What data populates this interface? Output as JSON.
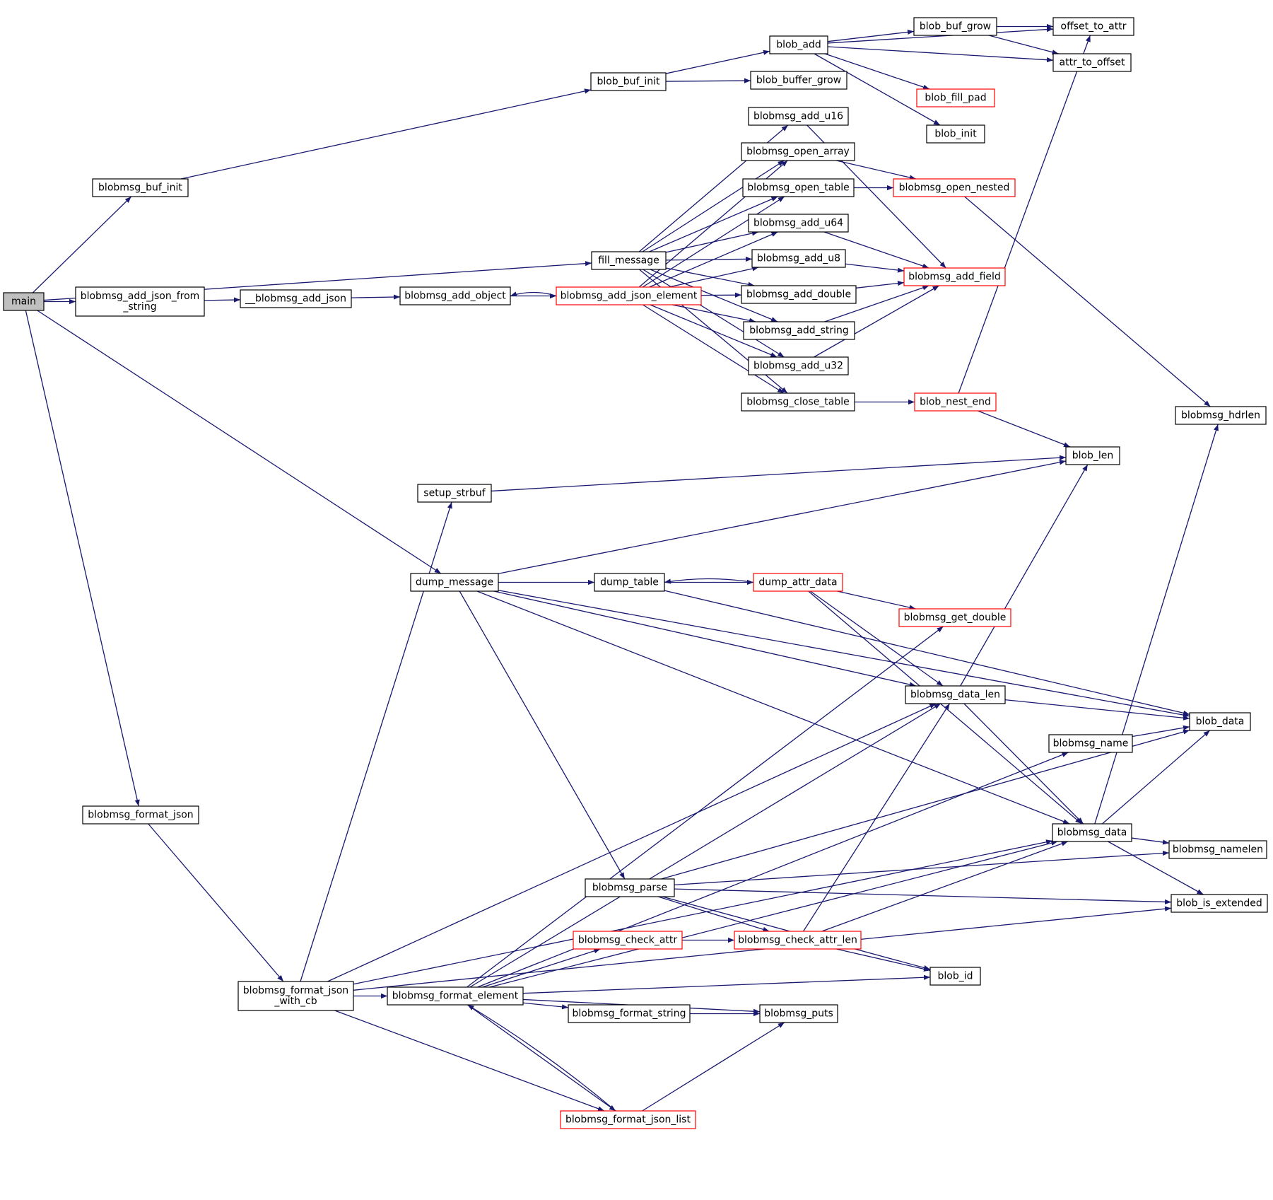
{
  "nodes": [
    {
      "id": "main",
      "label": "main",
      "style": "root"
    },
    {
      "id": "blobmsg_buf_init",
      "label": "blobmsg_buf_init",
      "style": "black"
    },
    {
      "id": "blobmsg_add_json_from_string",
      "label": "blobmsg_add_json_from\n_string",
      "style": "black"
    },
    {
      "id": "blobmsg_format_json",
      "label": "blobmsg_format_json",
      "style": "black"
    },
    {
      "id": "blobmsg_format_json_with_cb",
      "label": "blobmsg_format_json\n_with_cb",
      "style": "black"
    },
    {
      "id": "__blobmsg_add_json",
      "label": "__blobmsg_add_json",
      "style": "black"
    },
    {
      "id": "blobmsg_add_object",
      "label": "blobmsg_add_object",
      "style": "black"
    },
    {
      "id": "setup_strbuf",
      "label": "setup_strbuf",
      "style": "black"
    },
    {
      "id": "dump_message",
      "label": "dump_message",
      "style": "black"
    },
    {
      "id": "blobmsg_format_element",
      "label": "blobmsg_format_element",
      "style": "black"
    },
    {
      "id": "blob_buf_init",
      "label": "blob_buf_init",
      "style": "black"
    },
    {
      "id": "fill_message",
      "label": "fill_message",
      "style": "black"
    },
    {
      "id": "blobmsg_add_json_element",
      "label": "blobmsg_add_json_element",
      "style": "red"
    },
    {
      "id": "dump_table",
      "label": "dump_table",
      "style": "black"
    },
    {
      "id": "blobmsg_parse",
      "label": "blobmsg_parse",
      "style": "black"
    },
    {
      "id": "blobmsg_check_attr",
      "label": "blobmsg_check_attr",
      "style": "red"
    },
    {
      "id": "blobmsg_format_string",
      "label": "blobmsg_format_string",
      "style": "black"
    },
    {
      "id": "blobmsg_format_json_list",
      "label": "blobmsg_format_json_list",
      "style": "red"
    },
    {
      "id": "blob_add",
      "label": "blob_add",
      "style": "black"
    },
    {
      "id": "blob_buffer_grow",
      "label": "blob_buffer_grow",
      "style": "black"
    },
    {
      "id": "blobmsg_add_u16",
      "label": "blobmsg_add_u16",
      "style": "black"
    },
    {
      "id": "blobmsg_open_array",
      "label": "blobmsg_open_array",
      "style": "black"
    },
    {
      "id": "blobmsg_open_table",
      "label": "blobmsg_open_table",
      "style": "black"
    },
    {
      "id": "blobmsg_add_u64",
      "label": "blobmsg_add_u64",
      "style": "black"
    },
    {
      "id": "blobmsg_add_u8",
      "label": "blobmsg_add_u8",
      "style": "black"
    },
    {
      "id": "blobmsg_add_double",
      "label": "blobmsg_add_double",
      "style": "black"
    },
    {
      "id": "blobmsg_add_string",
      "label": "blobmsg_add_string",
      "style": "black"
    },
    {
      "id": "blobmsg_add_u32",
      "label": "blobmsg_add_u32",
      "style": "black"
    },
    {
      "id": "blobmsg_close_table",
      "label": "blobmsg_close_table",
      "style": "black"
    },
    {
      "id": "dump_attr_data",
      "label": "dump_attr_data",
      "style": "red"
    },
    {
      "id": "blobmsg_check_attr_len",
      "label": "blobmsg_check_attr_len",
      "style": "red"
    },
    {
      "id": "blobmsg_puts",
      "label": "blobmsg_puts",
      "style": "black"
    },
    {
      "id": "blob_buf_grow",
      "label": "blob_buf_grow",
      "style": "black"
    },
    {
      "id": "blob_fill_pad",
      "label": "blob_fill_pad",
      "style": "red"
    },
    {
      "id": "blob_init",
      "label": "blob_init",
      "style": "black"
    },
    {
      "id": "blobmsg_open_nested",
      "label": "blobmsg_open_nested",
      "style": "red"
    },
    {
      "id": "blobmsg_add_field",
      "label": "blobmsg_add_field",
      "style": "red"
    },
    {
      "id": "blob_nest_end",
      "label": "blob_nest_end",
      "style": "red"
    },
    {
      "id": "blobmsg_get_double",
      "label": "blobmsg_get_double",
      "style": "red"
    },
    {
      "id": "blobmsg_data_len",
      "label": "blobmsg_data_len",
      "style": "black"
    },
    {
      "id": "blob_id",
      "label": "blob_id",
      "style": "black"
    },
    {
      "id": "offset_to_attr",
      "label": "offset_to_attr",
      "style": "black"
    },
    {
      "id": "attr_to_offset",
      "label": "attr_to_offset",
      "style": "black"
    },
    {
      "id": "blob_len",
      "label": "blob_len",
      "style": "black"
    },
    {
      "id": "blobmsg_name",
      "label": "blobmsg_name",
      "style": "black"
    },
    {
      "id": "blobmsg_data",
      "label": "blobmsg_data",
      "style": "black"
    },
    {
      "id": "blobmsg_hdrlen",
      "label": "blobmsg_hdrlen",
      "style": "black"
    },
    {
      "id": "blob_data",
      "label": "blob_data",
      "style": "black"
    },
    {
      "id": "blobmsg_namelen",
      "label": "blobmsg_namelen",
      "style": "black"
    },
    {
      "id": "blob_is_extended",
      "label": "blob_is_extended",
      "style": "black"
    }
  ],
  "edges": [
    [
      "main",
      "blobmsg_buf_init"
    ],
    [
      "main",
      "fill_message"
    ],
    [
      "main",
      "blobmsg_add_json_from_string"
    ],
    [
      "main",
      "dump_message"
    ],
    [
      "main",
      "blobmsg_format_json"
    ],
    [
      "blobmsg_buf_init",
      "blob_buf_init"
    ],
    [
      "blobmsg_add_json_from_string",
      "__blobmsg_add_json"
    ],
    [
      "__blobmsg_add_json",
      "blobmsg_add_object"
    ],
    [
      "blobmsg_add_object",
      "blobmsg_add_json_element"
    ],
    [
      "blobmsg_add_json_element",
      "blobmsg_add_object"
    ],
    [
      "blobmsg_add_json_element",
      "blobmsg_open_array"
    ],
    [
      "blobmsg_add_json_element",
      "blobmsg_open_table"
    ],
    [
      "blobmsg_add_json_element",
      "blobmsg_add_u64"
    ],
    [
      "blobmsg_add_json_element",
      "blobmsg_add_u8"
    ],
    [
      "blobmsg_add_json_element",
      "blobmsg_add_double"
    ],
    [
      "blobmsg_add_json_element",
      "blobmsg_add_string"
    ],
    [
      "blobmsg_add_json_element",
      "blobmsg_add_u32"
    ],
    [
      "blobmsg_add_json_element",
      "blobmsg_close_table"
    ],
    [
      "blob_buf_init",
      "blob_add"
    ],
    [
      "blob_buf_init",
      "blob_buffer_grow"
    ],
    [
      "blob_add",
      "blob_buf_grow"
    ],
    [
      "blob_add",
      "offset_to_attr"
    ],
    [
      "blob_add",
      "attr_to_offset"
    ],
    [
      "blob_add",
      "blob_fill_pad"
    ],
    [
      "blob_add",
      "blob_init"
    ],
    [
      "blob_buf_grow",
      "offset_to_attr"
    ],
    [
      "blob_buf_grow",
      "attr_to_offset"
    ],
    [
      "fill_message",
      "blobmsg_add_u16"
    ],
    [
      "fill_message",
      "blobmsg_open_array"
    ],
    [
      "fill_message",
      "blobmsg_open_table"
    ],
    [
      "fill_message",
      "blobmsg_add_u64"
    ],
    [
      "fill_message",
      "blobmsg_add_u8"
    ],
    [
      "fill_message",
      "blobmsg_add_double"
    ],
    [
      "fill_message",
      "blobmsg_add_string"
    ],
    [
      "fill_message",
      "blobmsg_add_u32"
    ],
    [
      "fill_message",
      "blobmsg_close_table"
    ],
    [
      "blobmsg_add_u16",
      "blobmsg_add_field"
    ],
    [
      "blobmsg_open_array",
      "blobmsg_open_nested"
    ],
    [
      "blobmsg_open_table",
      "blobmsg_open_nested"
    ],
    [
      "blobmsg_add_u64",
      "blobmsg_add_field"
    ],
    [
      "blobmsg_add_u8",
      "blobmsg_add_field"
    ],
    [
      "blobmsg_add_double",
      "blobmsg_add_field"
    ],
    [
      "blobmsg_add_string",
      "blobmsg_add_field"
    ],
    [
      "blobmsg_add_u32",
      "blobmsg_add_field"
    ],
    [
      "blobmsg_close_table",
      "blob_nest_end"
    ],
    [
      "blob_nest_end",
      "offset_to_attr"
    ],
    [
      "blob_nest_end",
      "blob_len"
    ],
    [
      "blobmsg_open_nested",
      "blobmsg_hdrlen"
    ],
    [
      "setup_strbuf",
      "blob_len"
    ],
    [
      "dump_message",
      "blob_len"
    ],
    [
      "dump_message",
      "blob_data"
    ],
    [
      "dump_message",
      "dump_table"
    ],
    [
      "dump_message",
      "blobmsg_data_len"
    ],
    [
      "dump_message",
      "blobmsg_data"
    ],
    [
      "dump_message",
      "blobmsg_parse"
    ],
    [
      "dump_table",
      "dump_attr_data"
    ],
    [
      "dump_attr_data",
      "dump_table"
    ],
    [
      "dump_table",
      "blob_data"
    ],
    [
      "dump_attr_data",
      "blobmsg_get_double"
    ],
    [
      "dump_attr_data",
      "blobmsg_data_len"
    ],
    [
      "dump_attr_data",
      "blobmsg_data"
    ],
    [
      "blobmsg_data_len",
      "blob_len"
    ],
    [
      "blobmsg_data_len",
      "blob_data"
    ],
    [
      "blobmsg_data_len",
      "blobmsg_data"
    ],
    [
      "blobmsg_name",
      "blob_data"
    ],
    [
      "blobmsg_data",
      "blobmsg_hdrlen"
    ],
    [
      "blobmsg_data",
      "blob_data"
    ],
    [
      "blobmsg_data",
      "blobmsg_namelen"
    ],
    [
      "blobmsg_data",
      "blob_is_extended"
    ],
    [
      "blobmsg_parse",
      "blob_data"
    ],
    [
      "blobmsg_parse",
      "blobmsg_namelen"
    ],
    [
      "blobmsg_parse",
      "blob_is_extended"
    ],
    [
      "blobmsg_parse",
      "blobmsg_check_attr_len"
    ],
    [
      "blobmsg_parse",
      "blob_id"
    ],
    [
      "blobmsg_check_attr",
      "blobmsg_check_attr_len"
    ],
    [
      "blobmsg_check_attr_len",
      "blobmsg_data_len"
    ],
    [
      "blobmsg_check_attr_len",
      "blobmsg_data"
    ],
    [
      "blobmsg_check_attr_len",
      "blob_id"
    ],
    [
      "blobmsg_format_json",
      "blobmsg_format_json_with_cb"
    ],
    [
      "blobmsg_format_json_with_cb",
      "setup_strbuf"
    ],
    [
      "blobmsg_format_json_with_cb",
      "blobmsg_data_len"
    ],
    [
      "blobmsg_format_json_with_cb",
      "blobmsg_format_element"
    ],
    [
      "blobmsg_format_json_with_cb",
      "blobmsg_format_json_list"
    ],
    [
      "blobmsg_format_json_with_cb",
      "blobmsg_data"
    ],
    [
      "blobmsg_format_json_with_cb",
      "blob_is_extended"
    ],
    [
      "blobmsg_format_element",
      "blobmsg_get_double"
    ],
    [
      "blobmsg_format_element",
      "blobmsg_data_len"
    ],
    [
      "blobmsg_format_element",
      "blobmsg_name"
    ],
    [
      "blobmsg_format_element",
      "blobmsg_check_attr"
    ],
    [
      "blobmsg_format_element",
      "blobmsg_format_string"
    ],
    [
      "blobmsg_format_element",
      "blobmsg_puts"
    ],
    [
      "blobmsg_format_element",
      "blob_id"
    ],
    [
      "blobmsg_format_element",
      "blobmsg_data"
    ],
    [
      "blobmsg_format_element",
      "blobmsg_format_json_list"
    ],
    [
      "blobmsg_format_json_list",
      "blobmsg_format_element"
    ],
    [
      "blobmsg_format_json_list",
      "blobmsg_puts"
    ],
    [
      "blobmsg_format_string",
      "blobmsg_puts"
    ]
  ]
}
